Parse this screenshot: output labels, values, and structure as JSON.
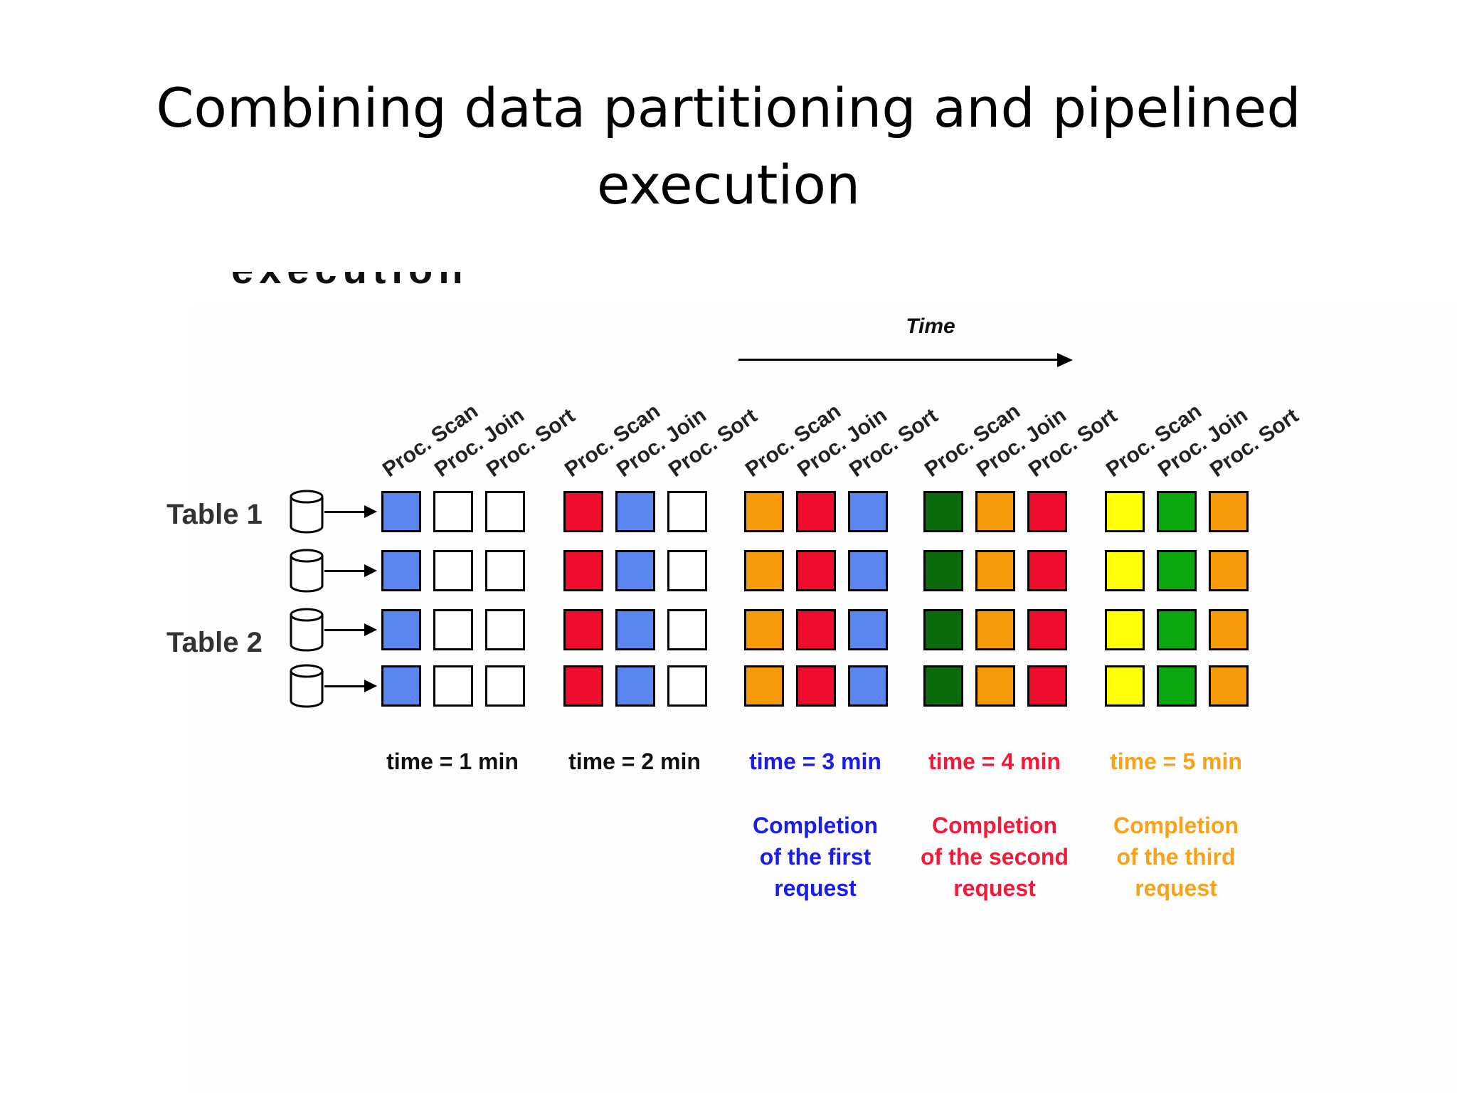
{
  "slide": {
    "title_line1": "Combining data partitioning and pipelined",
    "title_line2": "execution",
    "clipped_heading": "execution"
  },
  "diagram": {
    "time_axis_label": "Time",
    "proc_labels": [
      "Proc. Scan",
      "Proc. Join",
      "Proc. Sort"
    ],
    "tables": [
      "Table 1",
      "Table 2"
    ],
    "colors": {
      "empty": "#ffffff",
      "blue": "#5b86ef",
      "red": "#ee0d2d",
      "orange": "#f79a0a",
      "dark_green": "#0b6a0b",
      "green": "#0aa70f",
      "yellow": "#ffff08",
      "caption_blue": "#1c1ce8",
      "caption_red": "#f01b3a",
      "caption_orange": "#f7a21c"
    },
    "groups": [
      {
        "time_caption": "time = 1 min",
        "caption_color": "#111111",
        "cells": [
          "blue",
          "empty",
          "empty"
        ],
        "completion": []
      },
      {
        "time_caption": "time = 2 min",
        "caption_color": "#111111",
        "cells": [
          "red",
          "blue",
          "empty"
        ],
        "completion": []
      },
      {
        "time_caption": "time = 3 min",
        "caption_color": "#1c1ce8",
        "cells": [
          "orange",
          "red",
          "blue"
        ],
        "completion": [
          "Completion",
          "of the first",
          "request"
        ]
      },
      {
        "time_caption": "time = 4 min",
        "caption_color": "#f01b3a",
        "cells": [
          "dark_green",
          "orange",
          "red"
        ],
        "completion": [
          "Completion",
          "of the second",
          "request"
        ]
      },
      {
        "time_caption": "time = 5 min",
        "caption_color": "#f7a21c",
        "cells": [
          "yellow",
          "green",
          "orange"
        ],
        "completion": [
          "Completion",
          "of the third",
          "request"
        ]
      }
    ]
  }
}
